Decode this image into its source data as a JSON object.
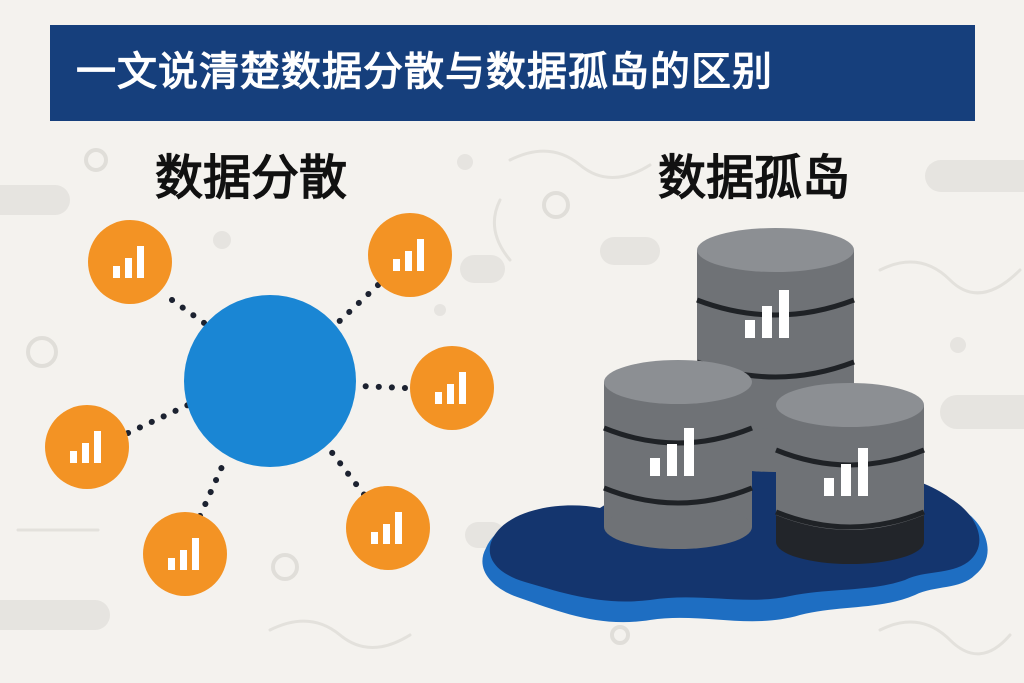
{
  "banner": {
    "title": "一文说清楚数据分散与数据孤岛的区别"
  },
  "sections": {
    "scatter": {
      "title": "数据分散"
    },
    "silo": {
      "title": "数据孤岛"
    }
  },
  "colors": {
    "banner": "#163f7c",
    "hub": "#1a86d4",
    "node": "#f39324",
    "cylinder": "#6f7276",
    "cylinder_top": "#8c8f93",
    "puddle_dark": "#14356e",
    "puddle_light": "#1e6ec2",
    "background": "#f4f2ee"
  },
  "icons": {
    "node_icon": "bar-chart-icon",
    "cylinder_icon": "database-icon"
  }
}
